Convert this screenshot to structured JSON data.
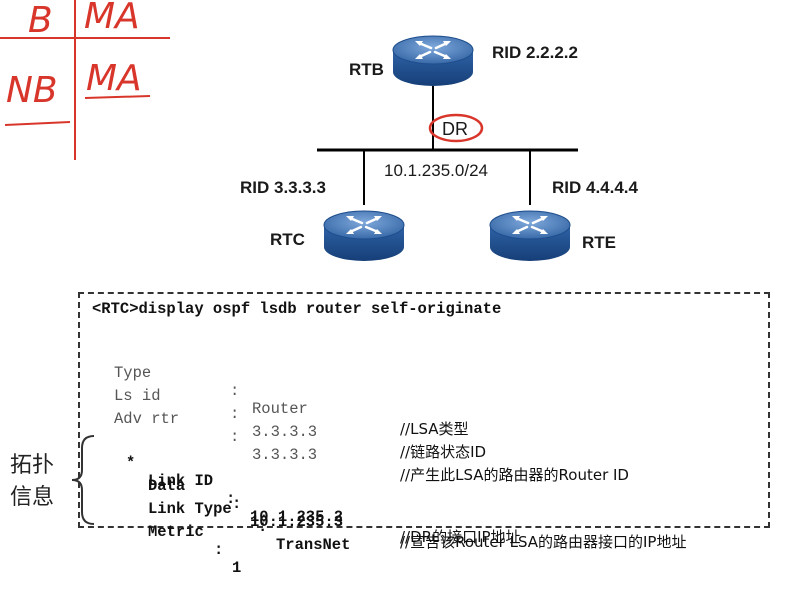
{
  "handwriting": {
    "row1_left": "B",
    "row1_right": "MA",
    "row2_left": "NB",
    "row2_right": "MA"
  },
  "routers": {
    "rtb": {
      "name": "RTB",
      "rid": "RID 2.2.2.2",
      "role": "DR"
    },
    "rtc": {
      "name": "RTC",
      "rid": "RID 3.3.3.3"
    },
    "rte": {
      "name": "RTE",
      "rid": "RID 4.4.4.4"
    }
  },
  "network": {
    "subnet": "10.1.235.0/24"
  },
  "cli": {
    "command": "<RTC>display ospf lsdb router self-originate",
    "rows": [
      {
        "key": "Type",
        "sep": ":",
        "value": "Router",
        "comment": "//LSA类型"
      },
      {
        "key": "Ls id",
        "sep": ":",
        "value": "3.3.3.3",
        "comment": "//链路状态ID"
      },
      {
        "key": "Adv rtr",
        "sep": ":",
        "value": "3.3.3.3",
        "comment": "//产生此LSA的路由器的Router ID"
      }
    ],
    "link_rows": [
      {
        "prefix": "* ",
        "key": "Link ID",
        "sep": ":",
        "value": "10.1.235.2",
        "comment": "//DR的接口IP地址"
      },
      {
        "prefix": "",
        "key": "Data",
        "sep": ":",
        "value": "10.1.235.3",
        "comment": "//宣告该Router LSA的路由器接口的IP地址"
      },
      {
        "prefix": "",
        "key": "Link Type",
        "sep": ":",
        "value": "TransNet",
        "comment": ""
      },
      {
        "prefix": "",
        "key": "Metric",
        "sep": ":",
        "value": "1",
        "comment": ""
      }
    ]
  },
  "side_label": {
    "line1": "拓扑",
    "line2": "信息"
  },
  "colors": {
    "router_top": "#3a6fb0",
    "router_body": "#1d4d8c",
    "annotation": "#d8362b"
  }
}
